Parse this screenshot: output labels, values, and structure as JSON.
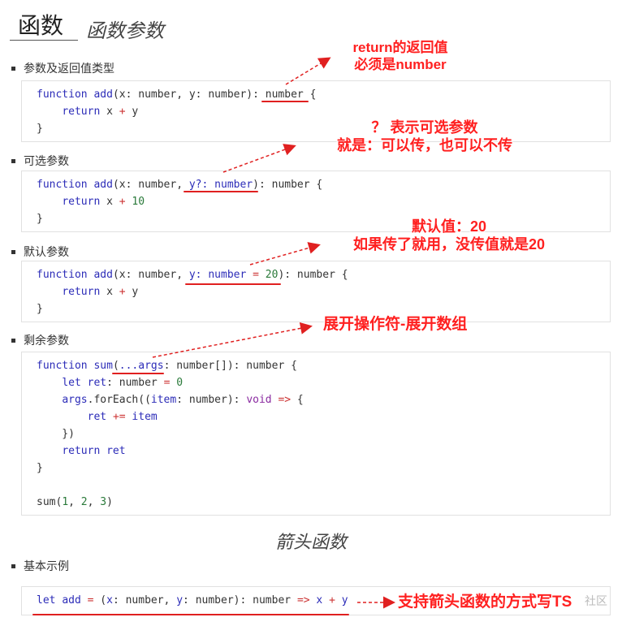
{
  "header": {
    "title": "函数",
    "subtitle": "函数参数"
  },
  "sections": [
    {
      "label": "参数及返回值类型"
    },
    {
      "label": "可选参数"
    },
    {
      "label": "默认参数"
    },
    {
      "label": "剩余参数"
    }
  ],
  "arrow_section": {
    "title": "箭头函数",
    "label": "基本示例"
  },
  "notes": {
    "n1_line1": "return的返回值",
    "n1_line2": "必须是number",
    "n2_line1": "？ 表示可选参数",
    "n2_line2": "就是：可以传，也可以不传",
    "n3_line1": "默认值：20",
    "n3_line2": "如果传了就用，没传值就是20",
    "n4": "展开操作符-展开数组",
    "n5": "支持箭头函数的方式写TS"
  },
  "code": {
    "b1": {
      "l1": [
        "function",
        " ",
        "add",
        "(x: number, y: number): ",
        "number",
        " {"
      ],
      "l2": [
        "    ",
        "return",
        " x ",
        "+",
        " y"
      ],
      "l3": "}"
    },
    "b2": {
      "l1": [
        "function",
        " ",
        "add",
        "(x: number, ",
        "y?: number",
        "): number {"
      ],
      "l2": [
        "    ",
        "return",
        " x ",
        "+",
        " ",
        "10"
      ],
      "l3": "}"
    },
    "b3": {
      "l1": [
        "function",
        " ",
        "add",
        "(x: number, ",
        "y: number ",
        "=",
        " ",
        "20",
        "): number {"
      ],
      "l2": [
        "    ",
        "return",
        " x ",
        "+",
        " y"
      ],
      "l3": "}"
    },
    "b4": {
      "l1": [
        "function",
        " ",
        "sum",
        "(",
        "...args",
        ": number[]): number {"
      ],
      "l2": [
        "    ",
        "let",
        " ",
        "ret",
        ": number ",
        "=",
        " ",
        "0"
      ],
      "l3": [
        "    ",
        "args",
        ".forEach((",
        "item",
        ": number): ",
        "void",
        " ",
        "=>",
        " {"
      ],
      "l4": [
        "        ",
        "ret",
        " ",
        "+=",
        " ",
        "item"
      ],
      "l5": "    })",
      "l6": [
        "    ",
        "return",
        " ",
        "ret"
      ],
      "l7": "}",
      "l8": "",
      "l9": [
        "sum(",
        "1",
        ", ",
        "2",
        ", ",
        "3",
        ")"
      ]
    },
    "b5": {
      "l1": [
        "let",
        " ",
        "add",
        " ",
        "=",
        " (",
        "x",
        ": number, ",
        "y",
        ": number): number ",
        "=>",
        " ",
        "x",
        " ",
        "+",
        " ",
        "y"
      ]
    }
  },
  "watermark": "社区"
}
